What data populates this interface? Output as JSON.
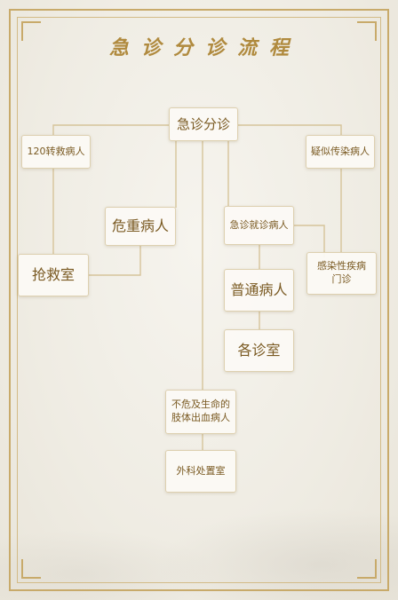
{
  "title": "急诊分诊流程",
  "nodes": {
    "triage": "急诊分诊",
    "transfer_120": "120转救病人",
    "suspected_infectious": "疑似传染病人",
    "critical": "危重病人",
    "emergency_visit": "急诊就诊病人",
    "rescue_room": "抢救室",
    "infection_clinic_line1": "感染性疾病",
    "infection_clinic_line2": "门诊",
    "general_patient": "普通病人",
    "clinic_rooms": "各诊室",
    "limb_bleeding_line1": "不危及生命的",
    "limb_bleeding_line2": "肢体出血病人",
    "surgical_room": "外科处置室"
  },
  "colors": {
    "gold": "#c8aa6a",
    "text": "#7a5a22",
    "title": "#b08a3e",
    "line": "#d6c49a"
  }
}
